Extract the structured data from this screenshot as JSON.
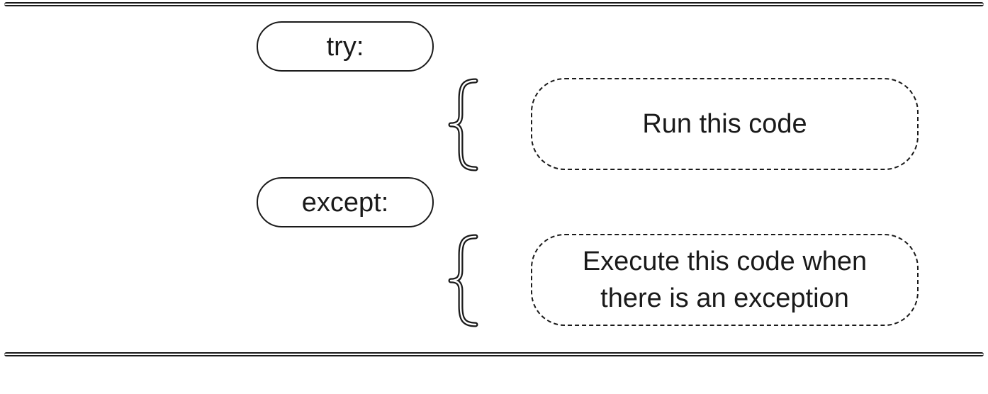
{
  "diagram": {
    "try_keyword": "try:",
    "except_keyword": "except:",
    "try_body": "Run this code",
    "except_body_line1": "Execute this code when",
    "except_body_line2": "there is an exception"
  },
  "colors": {
    "stroke": "#1a1a1a",
    "background": "#ffffff"
  },
  "icons": {
    "brace": "curly-brace-icon"
  }
}
